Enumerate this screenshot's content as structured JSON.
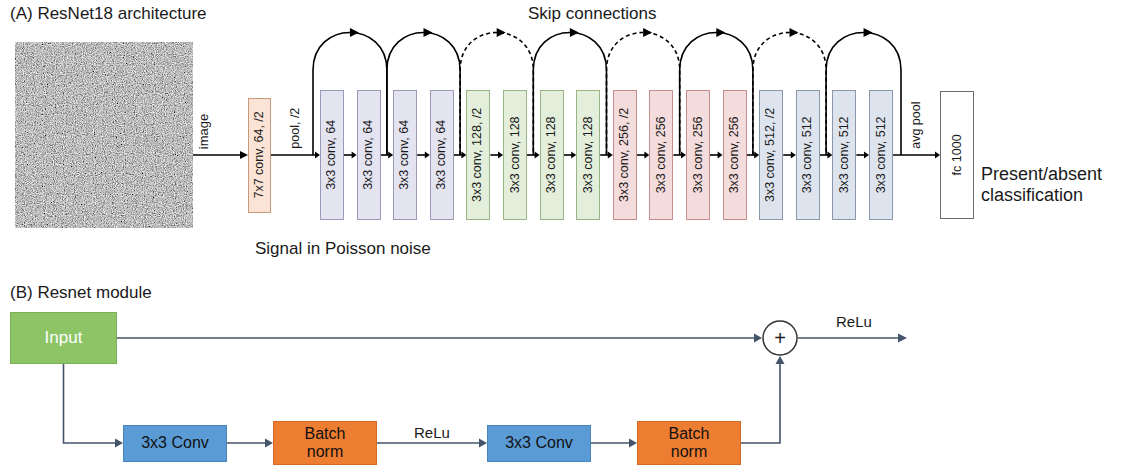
{
  "diagram": {
    "nodes": [
      {
        "text": [
          "7x7 conv, 64, /2"
        ]
      },
      {
        "text": [
          "3x3 conv, 64"
        ]
      },
      {
        "text": [
          "3x3 conv, 64"
        ]
      },
      {
        "text": [
          "3x3 conv, 64"
        ]
      },
      {
        "text": [
          "3x3 conv, 64"
        ]
      },
      {
        "text": [
          "3x3 conv, 128, /2"
        ]
      },
      {
        "text": [
          "3x3 conv, 128"
        ]
      },
      {
        "text": [
          "3x3 conv, 128"
        ]
      },
      {
        "text": [
          "3x3 conv, 128"
        ]
      },
      {
        "text": [
          "3x3 conv, 256, /2"
        ]
      },
      {
        "text": [
          "3x3 conv, 256"
        ]
      },
      {
        "text": [
          "3x3 conv, 256"
        ]
      },
      {
        "text": [
          "3x3 conv, 256"
        ]
      },
      {
        "text": [
          "3x3 conv, 512, /2"
        ]
      },
      {
        "text": [
          "3x3 conv, 512"
        ]
      },
      {
        "text": [
          "3x3 conv, 512"
        ]
      },
      {
        "text": [
          "3x3 conv, 512"
        ]
      },
      {
        "text": [
          "fc 1000"
        ]
      },
      {
        "text": [
          "Input"
        ]
      },
      {
        "text": [
          "+"
        ]
      },
      {
        "text": [
          "3x3 Conv"
        ]
      },
      {
        "text": [
          "Batch norm"
        ]
      },
      {
        "text": [
          "3x3 Conv"
        ]
      },
      {
        "text": [
          "Batch norm"
        ]
      }
    ],
    "edges": [
      {
        "from": 0,
        "to": 1,
        "arrow": "to",
        "label": "pool, /2"
      },
      {
        "from": 1,
        "to": 2,
        "arrow": "to"
      },
      {
        "from": 2,
        "to": 3,
        "arrow": "to"
      },
      {
        "from": 3,
        "to": 4,
        "arrow": "to"
      },
      {
        "from": 4,
        "to": 5,
        "arrow": "to"
      },
      {
        "from": 5,
        "to": 6,
        "arrow": "to"
      },
      {
        "from": 6,
        "to": 7,
        "arrow": "to"
      },
      {
        "from": 7,
        "to": 8,
        "arrow": "to"
      },
      {
        "from": 8,
        "to": 9,
        "arrow": "to"
      },
      {
        "from": 9,
        "to": 10,
        "arrow": "to"
      },
      {
        "from": 10,
        "to": 11,
        "arrow": "to"
      },
      {
        "from": 11,
        "to": 12,
        "arrow": "to"
      },
      {
        "from": 12,
        "to": 13,
        "arrow": "to"
      },
      {
        "from": 13,
        "to": 14,
        "arrow": "to"
      },
      {
        "from": 14,
        "to": 15,
        "arrow": "to"
      },
      {
        "from": 15,
        "to": 16,
        "arrow": "to"
      },
      {
        "from": 16,
        "to": 17,
        "arrow": "to",
        "label": "avg pool"
      },
      {
        "from": 18,
        "to": 20,
        "arrow": "to"
      },
      {
        "from": 20,
        "to": 21,
        "arrow": "to"
      },
      {
        "from": 21,
        "to": 22,
        "arrow": "to",
        "label": "ReLu"
      },
      {
        "from": 22,
        "to": 23,
        "arrow": "to"
      },
      {
        "from": 23,
        "to": 19,
        "arrow": "to"
      },
      {
        "from": 18,
        "to": 19,
        "arrow": "to"
      }
    ],
    "labels": [
      "(A) ResNet18 architecture",
      "Skip connections",
      "image",
      "Signal in Poisson noise",
      "Present/absent classification",
      "(B) Resnet module",
      "ReLu"
    ]
  }
}
